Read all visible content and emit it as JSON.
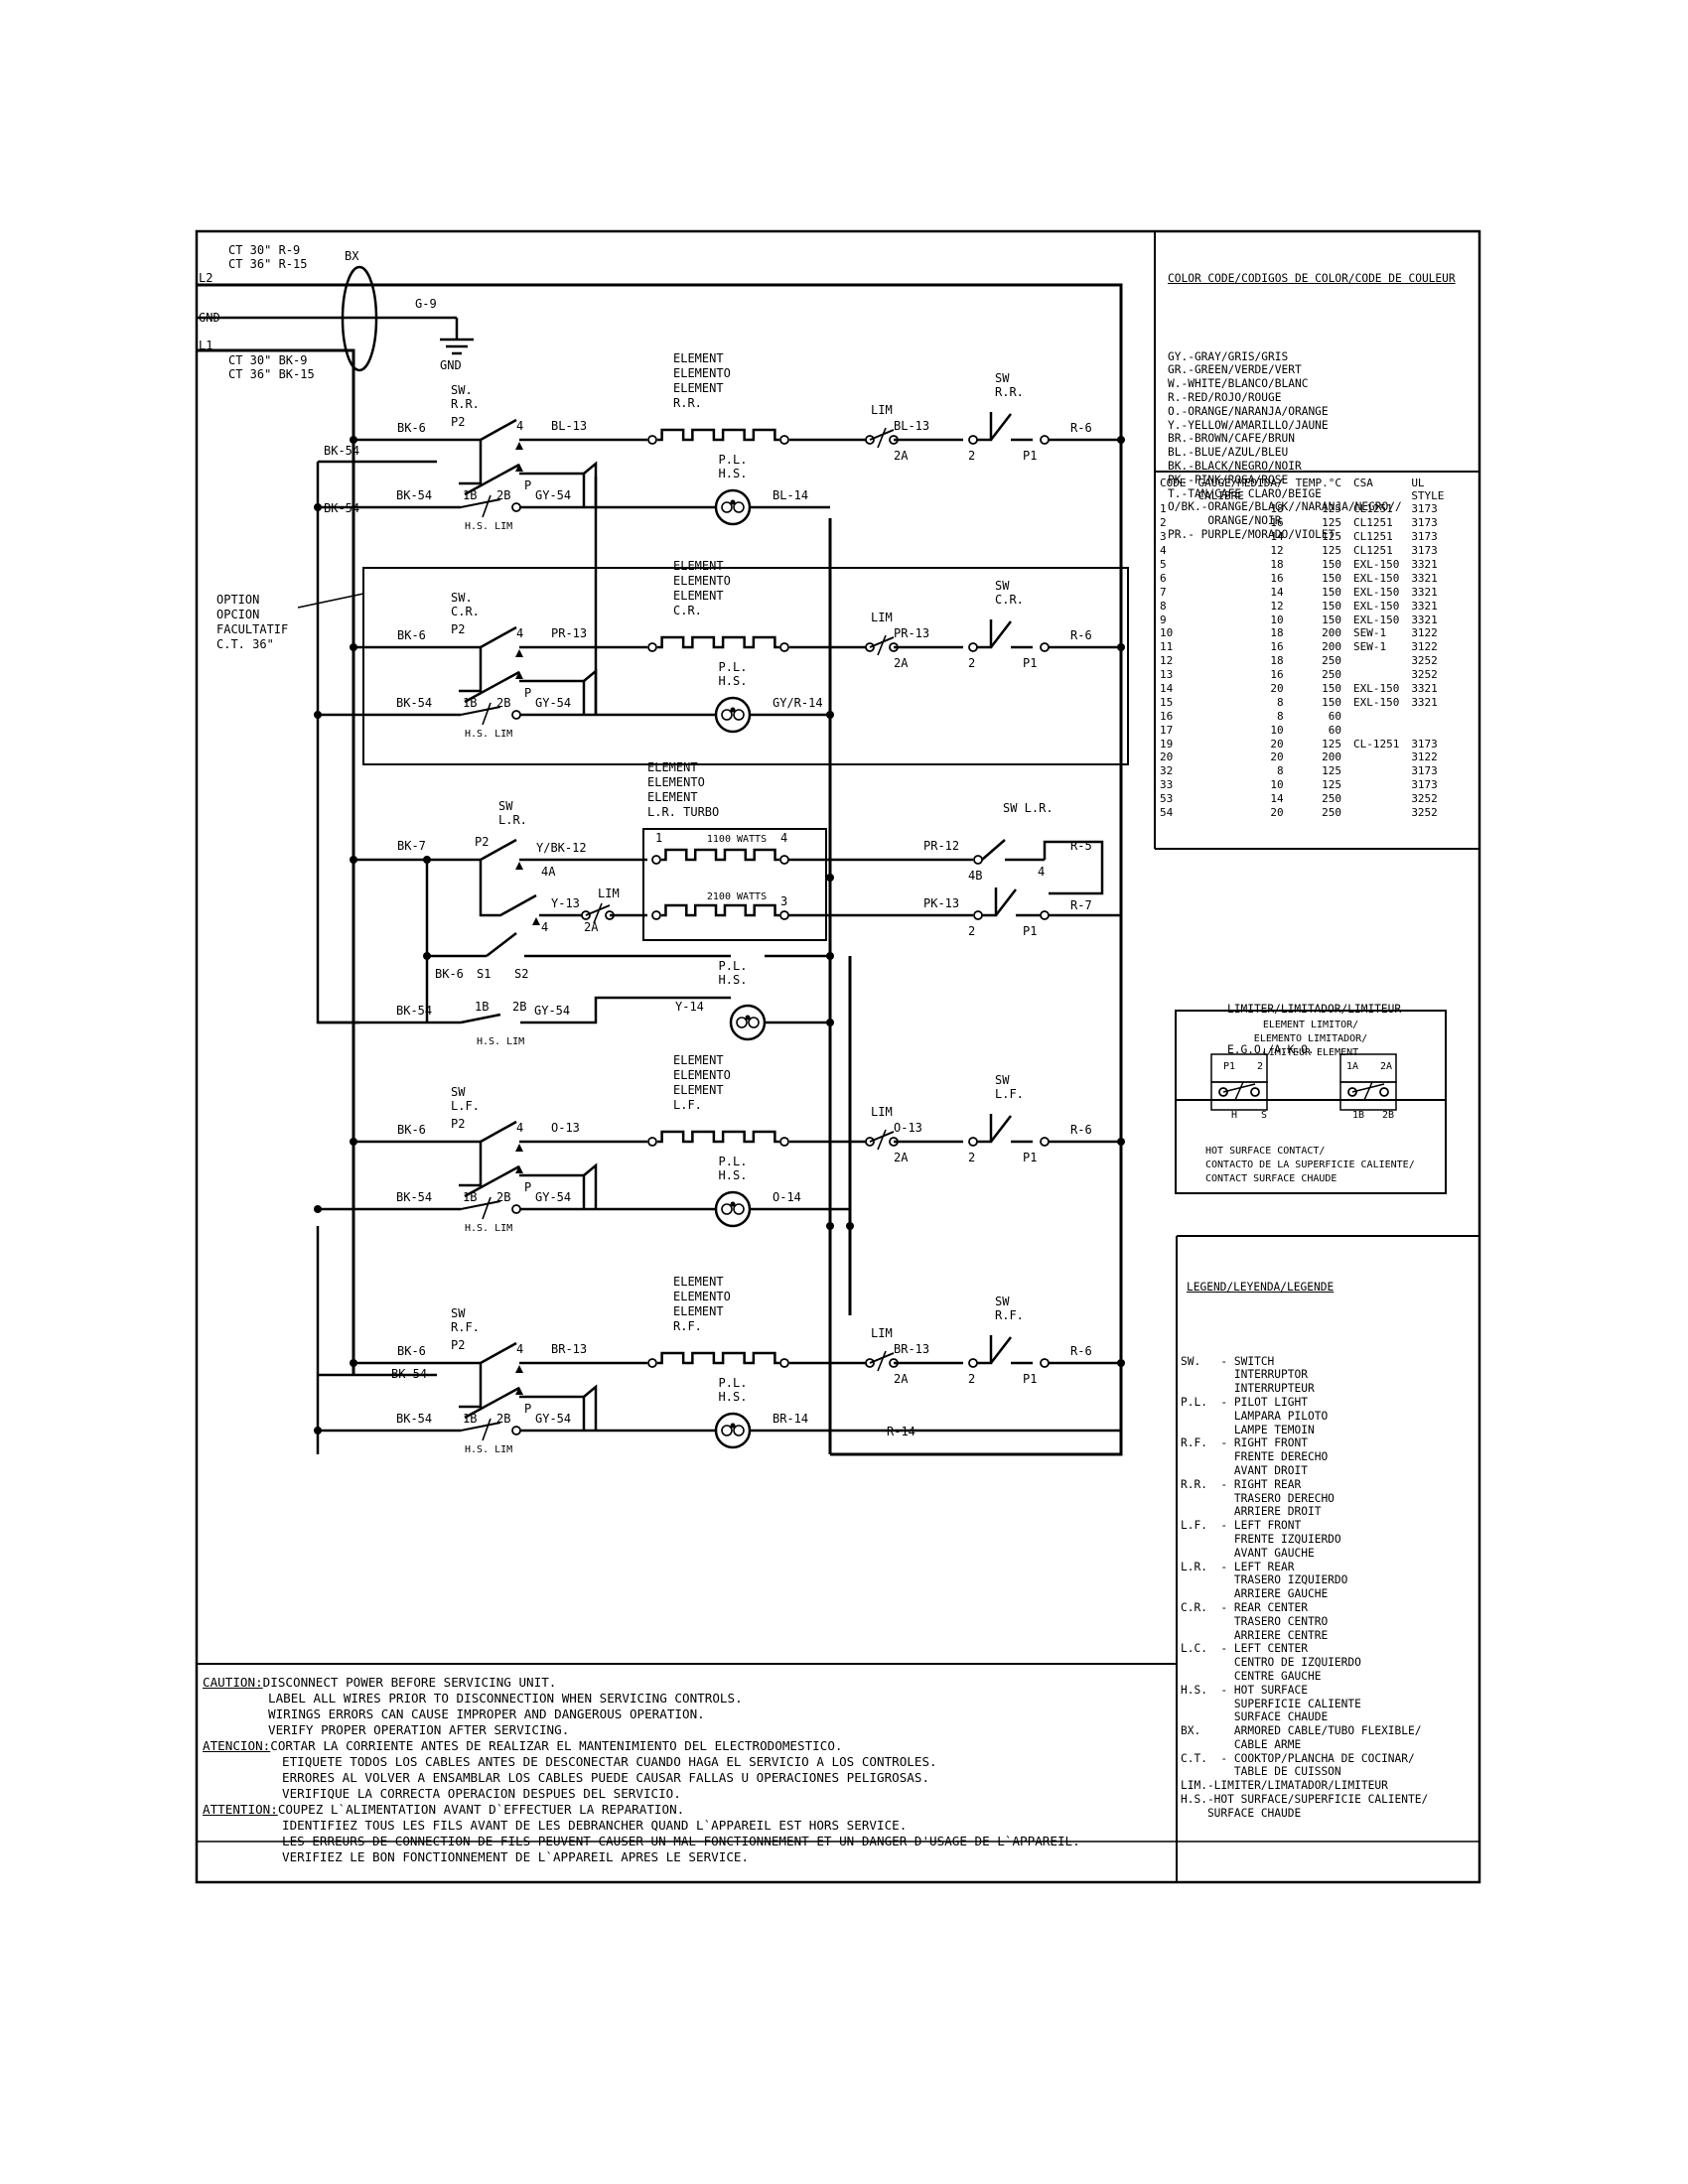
{
  "wiring": {
    "line_l2": "L2",
    "line_gnd": "GND",
    "line_l1": "L1",
    "ct_top_1": "CT 30\" R-9",
    "ct_top_2": "CT 36\" R-15",
    "ct_bot_1": "CT 30\" BK-9",
    "ct_bot_2": "CT 36\" BK-15",
    "bx": "BX",
    "g9": "G-9",
    "gnd_sym": "GND",
    "option": [
      "OPTION",
      "OPCION",
      "FACULTATIF",
      "C.T. 36\""
    ],
    "element_words": [
      "ELEMENT",
      "ELEMENTO",
      "ELEMENT"
    ],
    "element_rr": "R.R.",
    "element_cr": "C.R.",
    "element_lr": "L.R. TURBO",
    "element_lf": "L.F.",
    "element_rf": "R.F.",
    "sw_rr": [
      "SW.",
      "R.R."
    ],
    "sw_cr": [
      "SW.",
      "C.R."
    ],
    "sw_lr": [
      "SW",
      "L.R."
    ],
    "sw_lf": [
      "SW",
      "L.F."
    ],
    "sw_rf": [
      "SW",
      "R.F."
    ],
    "swr_rr": [
      "SW",
      "R.R."
    ],
    "swr_cr": [
      "SW",
      "C.R."
    ],
    "swr_lr": "SW L.R.",
    "swr_lf": [
      "SW",
      "L.F."
    ],
    "swr_rf": [
      "SW",
      "R.F."
    ],
    "pl_hs": [
      "P.L.",
      "H.S."
    ],
    "hs_lim": "H.S. LIM",
    "lim": "LIM",
    "watts_1100": "1100 WATTS",
    "watts_2100": "2100 WATTS",
    "wires": {
      "bk6": "BK-6",
      "bk54": "BK-54",
      "bk7": "BK-7",
      "bl13": "BL-13",
      "bl14": "BL-14",
      "gy54": "GY-54",
      "pr13": "PR-13",
      "gyr14": "GY/R-14",
      "r6": "R-6",
      "ybk12": "Y/BK-12",
      "y13": "Y-13",
      "pr12": "PR-12",
      "pk13": "PK-13",
      "r5": "R-5",
      "r7": "R-7",
      "y14": "Y-14",
      "o13": "O-13",
      "o14": "O-14",
      "br13": "BR-13",
      "br14": "BR-14",
      "r14": "R-14"
    },
    "terminals": {
      "p2": "P2",
      "t4": "4",
      "p": "P",
      "t1b": "1B",
      "t2b": "2B",
      "t2a": "2A",
      "t2": "2",
      "p1": "P1",
      "t1": "1",
      "t3": "3",
      "t4a": "4A",
      "t4b": "4B",
      "s1": "S1",
      "s2": "S2"
    }
  },
  "color_code": {
    "title": "COLOR CODE/CODIGOS DE COLOR/CODE DE COULEUR",
    "lines": [
      "GY.-GRAY/GRIS/GRIS",
      "GR.-GREEN/VERDE/VERT",
      "W.-WHITE/BLANCO/BLANC",
      "R.-RED/ROJO/ROUGE",
      "O.-ORANGE/NARANJA/ORANGE",
      "Y.-YELLOW/AMARILLO/JAUNE",
      "BR.-BROWN/CAFE/BRUN",
      "BL.-BLUE/AZUL/BLEU",
      "BK.-BLACK/NEGRO/NOIR",
      "PK.-PINK/ROSA/ROSE",
      "T.-TAN/CAFE CLARO/BEIGE",
      "O/BK.-ORANGE/BLACK//NARANJA/NEGRO//",
      "      ORANGE/NOIR",
      "PR.- PURPLE/MORADO/VIOLET"
    ]
  },
  "gauge_table": {
    "headers": [
      "CODE",
      "GAUGE/MEDIDA/\nCALIBRE",
      "TEMP.°C",
      "CSA",
      "UL\nSTYLE"
    ],
    "rows": [
      [
        "1",
        "18",
        "125",
        "CL1251",
        "3173"
      ],
      [
        "2",
        "16",
        "125",
        "CL1251",
        "3173"
      ],
      [
        "3",
        "14",
        "125",
        "CL1251",
        "3173"
      ],
      [
        "4",
        "12",
        "125",
        "CL1251",
        "3173"
      ],
      [
        "5",
        "18",
        "150",
        "EXL-150",
        "3321"
      ],
      [
        "6",
        "16",
        "150",
        "EXL-150",
        "3321"
      ],
      [
        "7",
        "14",
        "150",
        "EXL-150",
        "3321"
      ],
      [
        "8",
        "12",
        "150",
        "EXL-150",
        "3321"
      ],
      [
        "9",
        "10",
        "150",
        "EXL-150",
        "3321"
      ],
      [
        "10",
        "18",
        "200",
        "SEW-1",
        "3122"
      ],
      [
        "11",
        "16",
        "200",
        "SEW-1",
        "3122"
      ],
      [
        "12",
        "18",
        "250",
        "",
        "3252"
      ],
      [
        "13",
        "16",
        "250",
        "",
        "3252"
      ],
      [
        "14",
        "20",
        "150",
        "EXL-150",
        "3321"
      ],
      [
        "15",
        "8",
        "150",
        "EXL-150",
        "3321"
      ],
      [
        "16",
        "8",
        "60",
        "",
        ""
      ],
      [
        "17",
        "10",
        "60",
        "",
        ""
      ],
      [
        "19",
        "20",
        "125",
        "CL-1251",
        "3173"
      ],
      [
        "20",
        "20",
        "200",
        "",
        "3122"
      ],
      [
        "32",
        "8",
        "125",
        "",
        "3173"
      ],
      [
        "33",
        "10",
        "125",
        "",
        "3173"
      ],
      [
        "53",
        "14",
        "250",
        "",
        "3252"
      ],
      [
        "54",
        "20",
        "250",
        "",
        "3252"
      ]
    ]
  },
  "limiter": {
    "title_1": "LIMITER/LIMITADOR/LIMITEUR",
    "title_2": "E.G.O./A.K.O.",
    "box1": [
      "ELEMENT LIMITOR/",
      "ELEMENTO LIMITADOR/",
      "LIMITEUR ELEMENT"
    ],
    "box2": [
      "HOT SURFACE CONTACT/",
      "CONTACTO DE LA SUPERFICIE CALIENTE/",
      "CONTACT SURFACE CHAUDE"
    ],
    "pins": [
      "P1",
      "2",
      "1A",
      "2A",
      "H",
      "S",
      "1B",
      "2B"
    ]
  },
  "legend": {
    "title": "LEGEND/LEYENDA/LEGENDE",
    "lines": [
      "SW.   - SWITCH",
      "        INTERRUPTOR",
      "        INTERRUPTEUR",
      "P.L.  - PILOT LIGHT",
      "        LAMPARA PILOTO",
      "        LAMPE TEMOIN",
      "R.F.  - RIGHT FRONT",
      "        FRENTE DERECHO",
      "        AVANT DROIT",
      "R.R.  - RIGHT REAR",
      "        TRASERO DERECHO",
      "        ARRIERE DROIT",
      "L.F.  - LEFT FRONT",
      "        FRENTE IZQUIERDO",
      "        AVANT GAUCHE",
      "L.R.  - LEFT REAR",
      "        TRASERO IZQUIERDO",
      "        ARRIERE GAUCHE",
      "C.R.  - REAR CENTER",
      "        TRASERO CENTRO",
      "        ARRIERE CENTRE",
      "L.C.  - LEFT CENTER",
      "        CENTRO DE IZQUIERDO",
      "        CENTRE GAUCHE",
      "H.S.  - HOT SURFACE",
      "        SUPERFICIE CALIENTE",
      "        SURFACE CHAUDE",
      "BX.     ARMORED CABLE/TUBO FLEXIBLE/",
      "        CABLE ARME",
      "C.T.  - COOKTOP/PLANCHA DE COCINAR/",
      "        TABLE DE CUISSON",
      "LIM.-LIMITER/LIMATADOR/LIMITEUR",
      "H.S.-HOT SURFACE/SUPERFICIE CALIENTE/",
      "    SURFACE CHAUDE"
    ]
  },
  "caution": {
    "en_head": "CAUTION:",
    "en_1": "DISCONNECT POWER BEFORE SERVICING UNIT.",
    "en_2": "LABEL ALL WIRES PRIOR TO DISCONNECTION WHEN SERVICING CONTROLS.",
    "en_3": "WIRINGS ERRORS CAN CAUSE IMPROPER AND DANGEROUS OPERATION.",
    "en_4": "VERIFY PROPER OPERATION AFTER SERVICING.",
    "es_head": "ATENCION:",
    "es_1": "CORTAR LA CORRIENTE ANTES DE REALIZAR EL MANTENIMIENTO DEL ELECTRODOMESTICO.",
    "es_2": "ETIQUETE TODOS LOS CABLES ANTES DE DESCONECTAR CUANDO HAGA EL SERVICIO A LOS CONTROLES.",
    "es_3": "ERRORES AL VOLVER A ENSAMBLAR LOS CABLES PUEDE CAUSAR FALLAS U OPERACIONES PELIGROSAS.",
    "es_4": "VERIFIQUE LA CORRECTA OPERACION DESPUES DEL SERVICIO.",
    "fr_head": "ATTENTION:",
    "fr_1": "COUPEZ L`ALIMENTATION AVANT D`EFFECTUER LA REPARATION.",
    "fr_2": "IDENTIFIEZ TOUS LES FILS AVANT DE LES DEBRANCHER QUAND L`APPAREIL EST HORS SERVICE.",
    "fr_3": "LES ERREURS DE CONNECTION DE FILS PEUVENT CAUSER UN MAL FONCTIONNEMENT ET UN DANGER D'USAGE DE L`APPAREIL.",
    "fr_4": "VERIFIEZ LE BON FONCTIONNEMENT DE L`APPAREIL APRES LE SERVICE."
  }
}
